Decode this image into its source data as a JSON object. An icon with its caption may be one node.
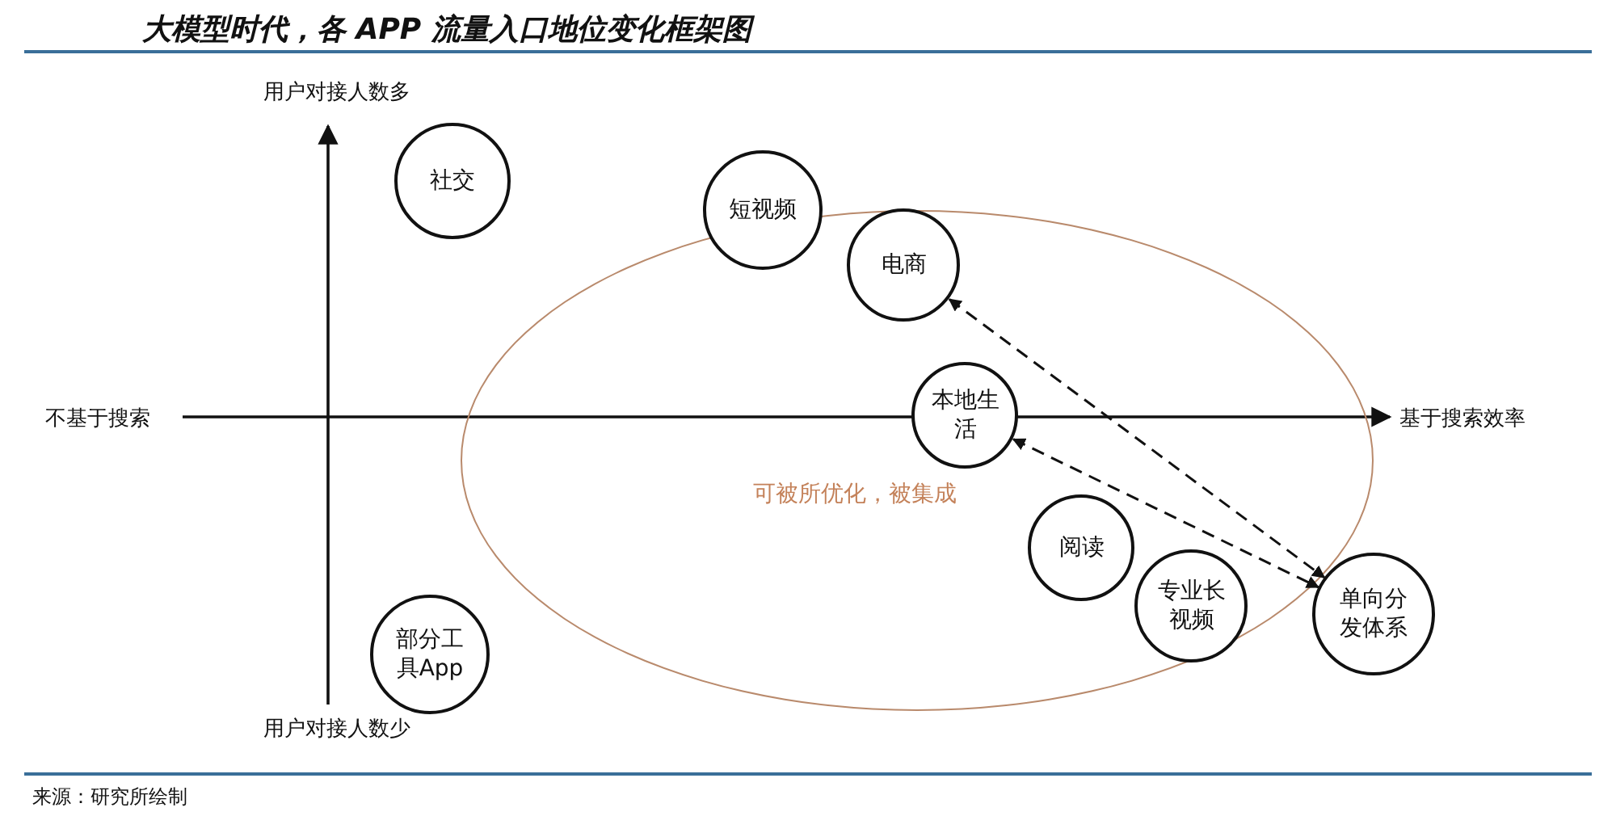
{
  "diagram": {
    "title": "大模型时代，各 APP 流量入口地位变化框架图",
    "caption": "来源：研究所绘制",
    "nodes": [
      {
        "text": [
          "社交"
        ]
      },
      {
        "text": [
          "短视频"
        ]
      },
      {
        "text": [
          "可被所优化，被集成"
        ]
      },
      {
        "text": [
          "电商"
        ],
        "in": 2
      },
      {
        "text": [
          "本地生活"
        ],
        "in": 2
      },
      {
        "text": [
          "阅读"
        ],
        "in": 2
      },
      {
        "text": [
          "专业长视频"
        ],
        "in": 2
      },
      {
        "text": [
          "单向分发体系"
        ]
      },
      {
        "text": [
          "部分工具App"
        ]
      }
    ],
    "edges": [
      {
        "from": 3,
        "to": 7,
        "arrow": "both",
        "style": "dashed"
      },
      {
        "from": 4,
        "to": 7,
        "arrow": "both",
        "style": "dashed"
      }
    ],
    "labels": [
      "用户对接人数多",
      "不基于搜索",
      "基于搜索效率",
      "用户对接人数少"
    ]
  }
}
